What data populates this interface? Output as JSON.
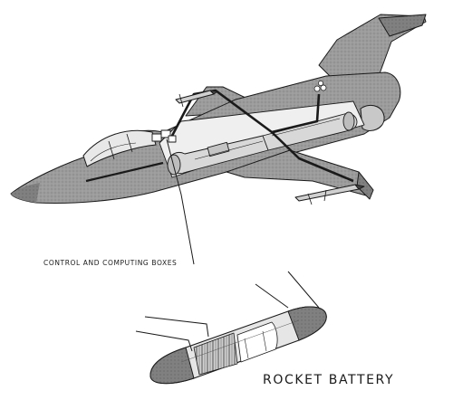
{
  "labels": {
    "control_boxes": "CONTROL AND COMPUTING BOXES",
    "rocket_battery": "ROCKET BATTERY"
  },
  "colors": {
    "ink": "#1a1a1a",
    "airframe_fill": "#9a9a9a",
    "airframe_shade": "#7d7d7d",
    "component_fill": "#d8d8d8",
    "paper": "#ffffff"
  },
  "icons": {
    "aircraft": "jet-fighter-cutaway",
    "battery": "rocket-battery-pod"
  }
}
